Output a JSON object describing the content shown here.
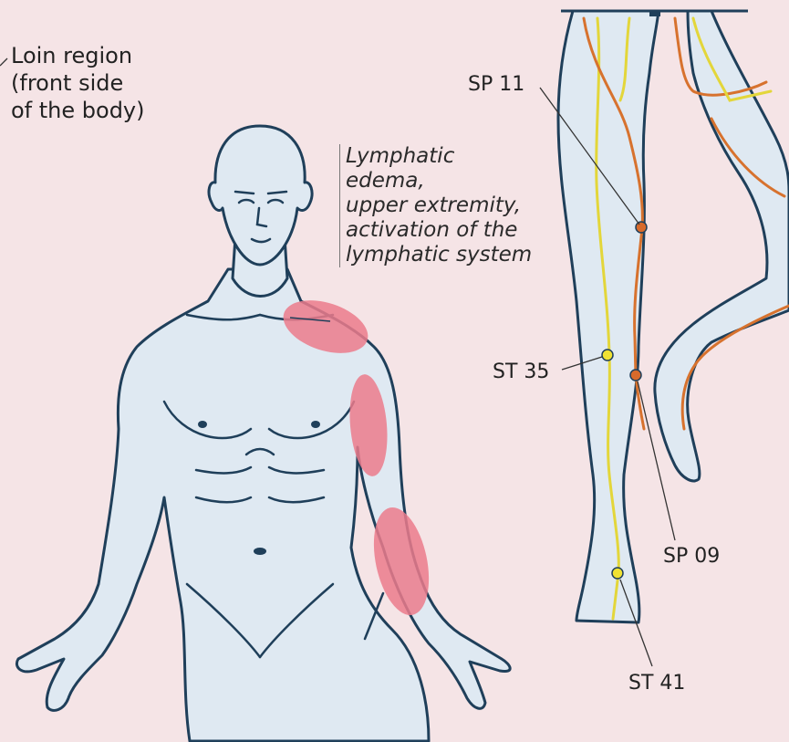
{
  "labels": {
    "loin": [
      "Loin region",
      "(front side",
      "of the body)"
    ],
    "lymphatic": [
      "Lymphatic",
      "edema,",
      "upper extremity,",
      "activation of the",
      "lymphatic system"
    ],
    "points": {
      "sp11": "SP 11",
      "st35": "ST 35",
      "sp09": "SP 09",
      "st41": "ST 41"
    }
  },
  "colors": {
    "background": "#f5e4e6",
    "skin": "#dfe9f2",
    "outline": "#1f3f5a",
    "highlight": "#ec7c8c",
    "meridian_yellow": "#e3d63a",
    "meridian_orange": "#d7722e",
    "point_yellow": "#f0e233",
    "point_orange": "#d86a2b"
  }
}
